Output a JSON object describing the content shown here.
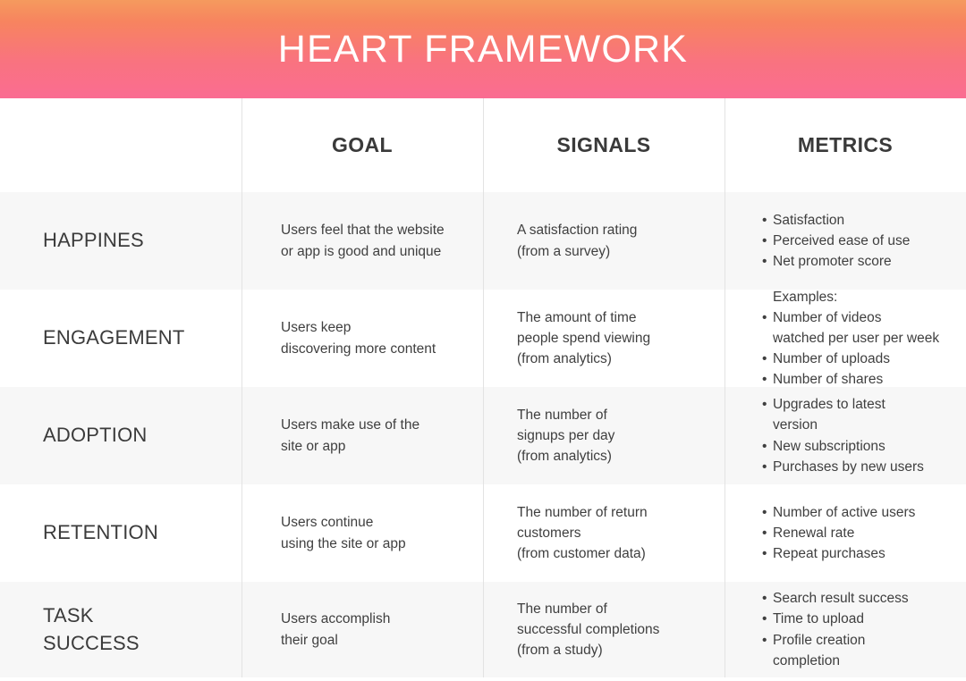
{
  "banner": {
    "title": "HEART FRAMEWORK",
    "gradient_from": "#f59a5e",
    "gradient_to": "#fa6c92"
  },
  "table": {
    "corner_label": "",
    "columns": [
      "GOAL",
      "SIGNALS",
      "METRICS"
    ],
    "rows": [
      {
        "category": "HAPPINES",
        "goal": "Users feel that the website\nor app is good and unique",
        "signals": "A satisfaction rating\n(from a survey)",
        "metrics_note": "",
        "metrics": [
          "Satisfaction",
          "Perceived ease of use",
          "Net promoter score"
        ]
      },
      {
        "category": "ENGAGEMENT",
        "goal": "Users keep\ndiscovering more content",
        "signals": "The amount of time\npeople spend viewing\n(from analytics)",
        "metrics_note": "Examples:",
        "metrics": [
          "Number of videos\n watched per user per week",
          "Number of uploads",
          "Number of shares"
        ]
      },
      {
        "category": "ADOPTION",
        "goal": "Users make use of the\nsite or app",
        "signals": "The number of\nsignups per day\n(from analytics)",
        "metrics_note": "",
        "metrics": [
          "Upgrades to latest\n version",
          "New subscriptions",
          "Purchases by new users"
        ]
      },
      {
        "category": "RETENTION",
        "goal": "Users continue\nusing the site or app",
        "signals": "The number of return\ncustomers\n(from customer data)",
        "metrics_note": "",
        "metrics": [
          "Number of active users",
          "Renewal rate",
          "Repeat purchases"
        ]
      },
      {
        "category": "TASK\nSUCCESS",
        "goal": "Users accomplish\ntheir goal",
        "signals": "The number of\nsuccessful completions\n(from a study)",
        "metrics_note": "",
        "metrics": [
          "Search result success",
          "Time to upload",
          "Profile creation\n completion"
        ]
      }
    ]
  }
}
